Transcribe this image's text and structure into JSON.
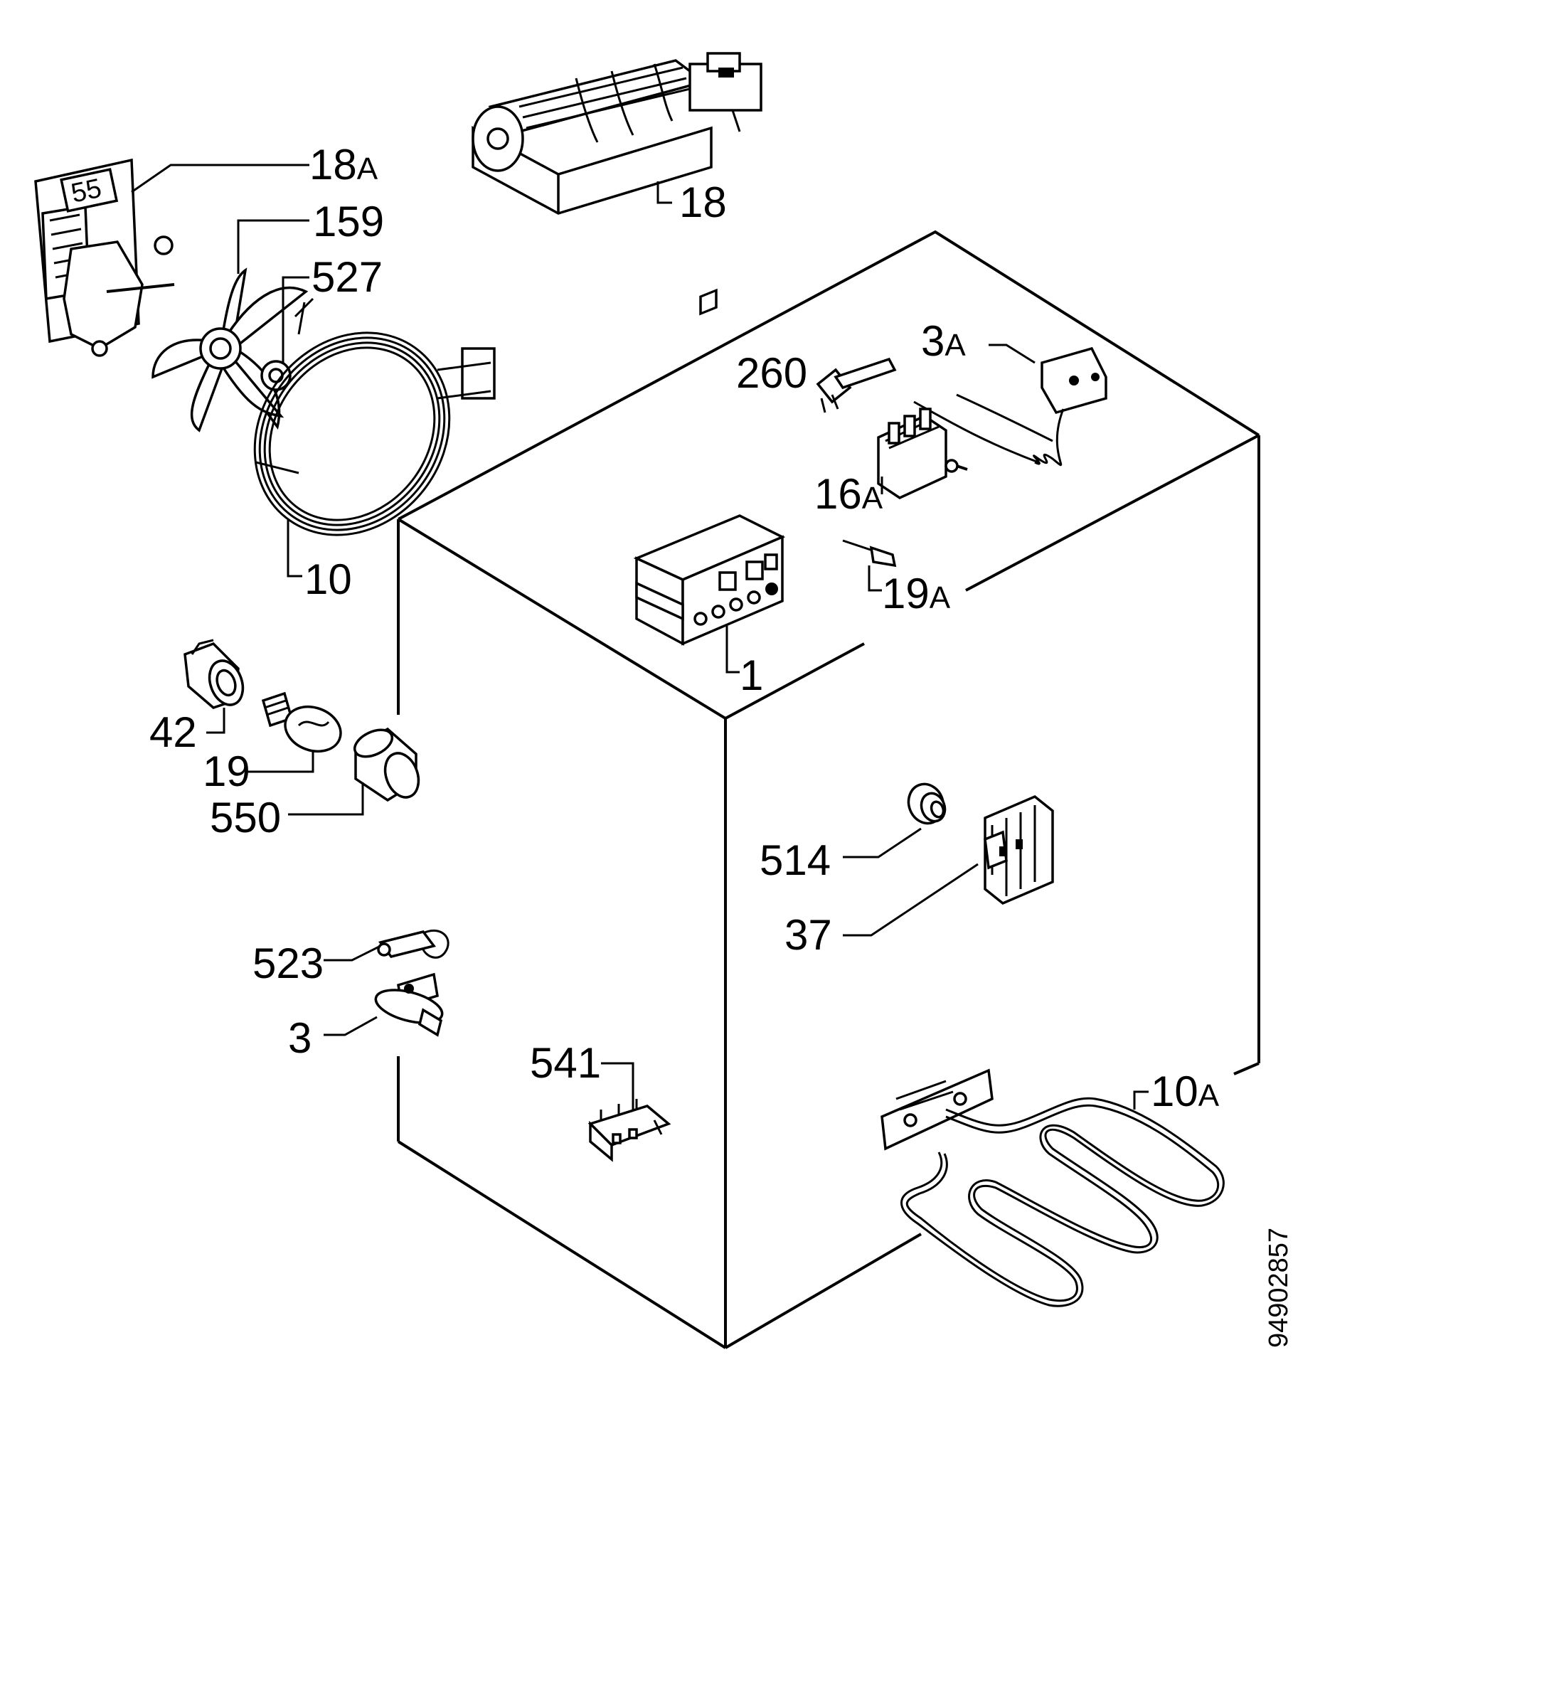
{
  "labels": {
    "l18A": "18",
    "l18A_suffix": "A",
    "l18": "18",
    "l159": "159",
    "l527": "527",
    "l3A": "3",
    "l3A_suffix": "A",
    "l260": "260",
    "l16A": "16",
    "l16A_suffix": "A",
    "l10": "10",
    "l19A": "19",
    "l19A_suffix": "A",
    "l1": "1",
    "l42": "42",
    "l19": "19",
    "l550": "550",
    "l514": "514",
    "l37": "37",
    "l523": "523",
    "l3": "3",
    "l541": "541",
    "l10A": "10",
    "l10A_suffix": "A"
  },
  "drawing_code": "94902857"
}
